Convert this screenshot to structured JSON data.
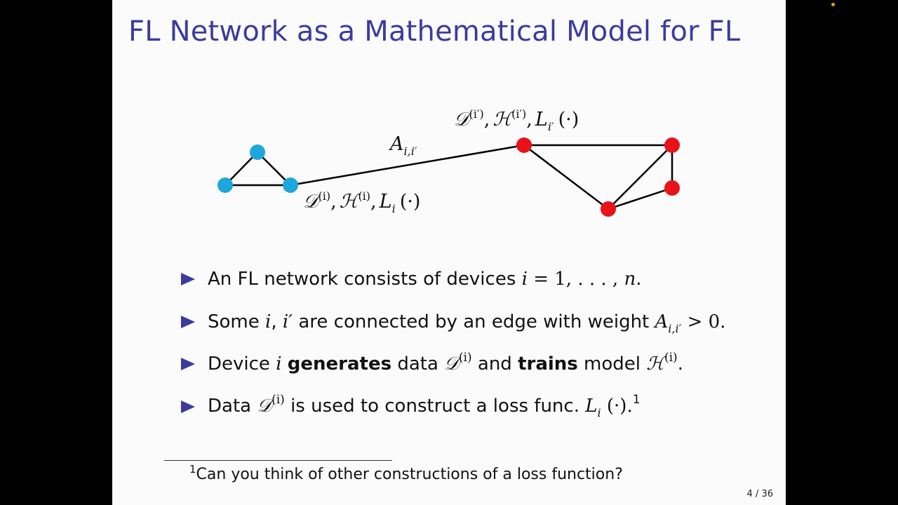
{
  "slide": {
    "title": "FL Network as a Mathematical Model for FL",
    "page_number": "4 / 36"
  },
  "diagram": {
    "edge_label": {
      "base": "A",
      "sub": "i,i′"
    },
    "label_i": {
      "d": "𝒟",
      "d_sup": "(i)",
      "h": "ℋ",
      "h_sup": "(i)",
      "l": "L",
      "l_sub": "i",
      "tail": "(·)",
      "comma": ","
    },
    "label_iprime": {
      "d": "𝒟",
      "d_sup": "(i′)",
      "h": "ℋ",
      "h_sup": "(i′)",
      "l": "L",
      "l_sub": "i′",
      "tail": "(·)",
      "comma": ","
    },
    "colors": {
      "cluster_left": "#1ea7dc",
      "cluster_right": "#e8121a",
      "edges": "#000000"
    }
  },
  "bullets": [
    {
      "t1": "An FL network consists of devices ",
      "m1": "i",
      "t2": " = 1, . . . , ",
      "m2": "n",
      "t3": "."
    },
    {
      "t1": "Some ",
      "m1": "i",
      "t2": ", ",
      "m2": "i′",
      "t3": " are connected by an edge with weight ",
      "m3": "A",
      "sub": "i,i′",
      "t4": " > 0."
    },
    {
      "t1": "Device ",
      "m1": "i",
      "b1": "generates",
      "t2": " data ",
      "d": "𝒟",
      "sup1": "(i)",
      "t3": " and ",
      "b2": "trains",
      "t4": " model ",
      "h": "ℋ",
      "sup2": "(i)",
      "t5": "."
    },
    {
      "t1": "Data ",
      "d": "𝒟",
      "sup1": "(i)",
      "t2": " is used to construct a loss func. ",
      "l": "L",
      "sub": "i",
      "t3": " (·).",
      "fn": "1"
    }
  ],
  "footnote": {
    "mark": "1",
    "text": "Can you think of other constructions of a loss function?"
  }
}
